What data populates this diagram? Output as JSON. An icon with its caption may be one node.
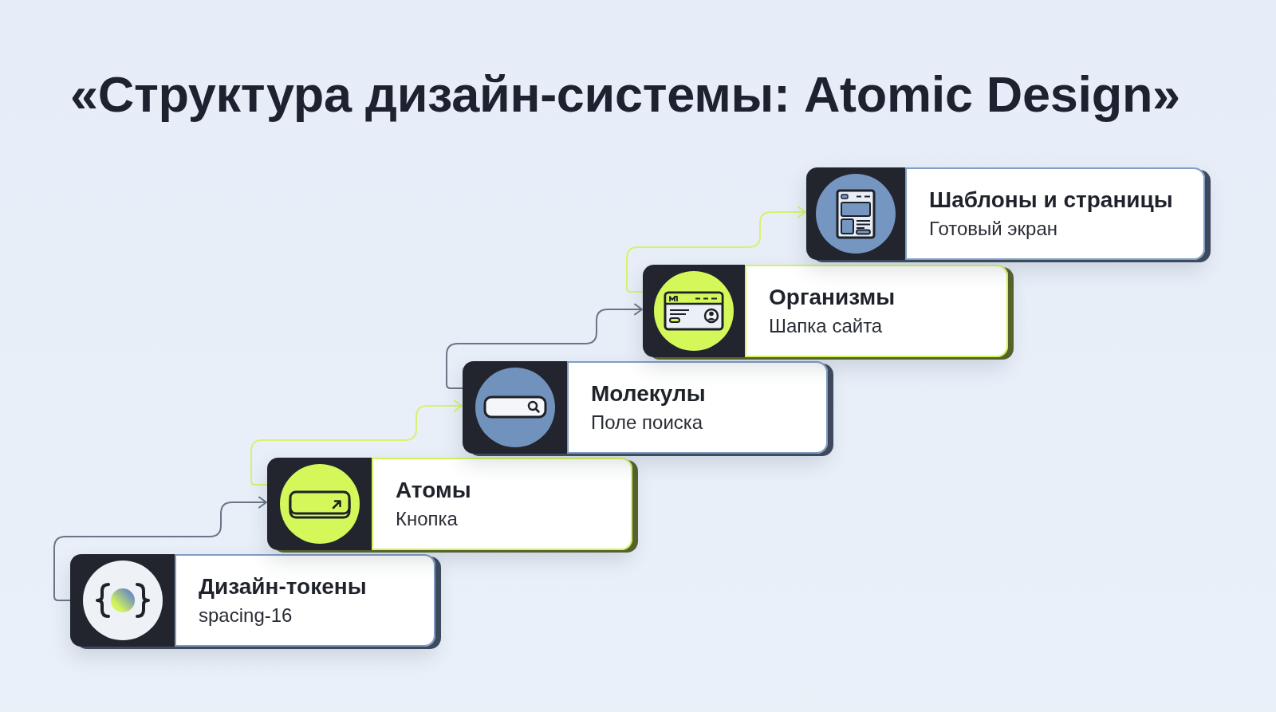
{
  "diagram": {
    "title": "«Структура дизайн-системы: Atomic Design»",
    "nodes": [
      {
        "text": [
          "Дизайн-токены",
          "spacing-16"
        ]
      },
      {
        "text": [
          "Атомы",
          "Кнопка"
        ]
      },
      {
        "text": [
          "Молекулы",
          "Поле поиска"
        ]
      },
      {
        "text": [
          "Организмы",
          "Шапка сайта"
        ]
      },
      {
        "text": [
          "Шаблоны и страницы",
          "Готовый экран"
        ]
      }
    ],
    "edges": [
      {
        "from": 0,
        "to": 1,
        "arrow": "to",
        "color": "#6b7586"
      },
      {
        "from": 1,
        "to": 2,
        "arrow": "to",
        "color": "#d6f26e"
      },
      {
        "from": 2,
        "to": 3,
        "arrow": "to",
        "color": "#6b7586"
      },
      {
        "from": 3,
        "to": 4,
        "arrow": "to",
        "color": "#d6f26e"
      }
    ]
  }
}
